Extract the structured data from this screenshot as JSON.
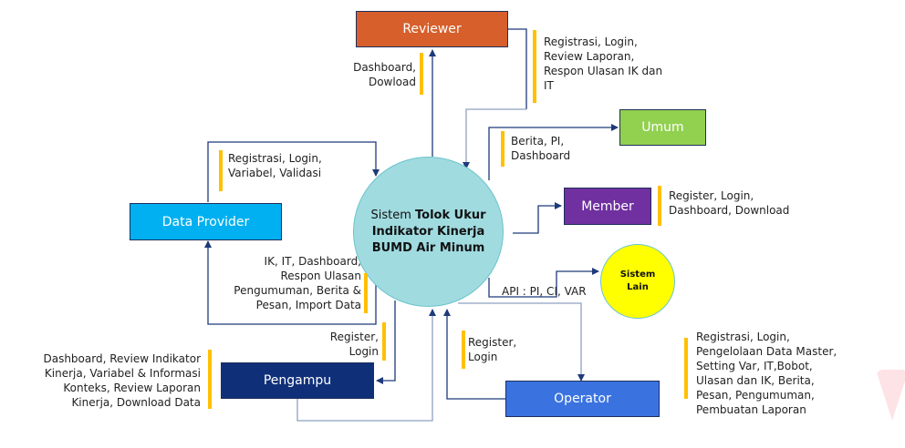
{
  "diagram": {
    "type": "context-diagram",
    "center": {
      "prefix": "Sistem",
      "bold_title": "Tolok Ukur Indikator Kinerja BUMD Air Minum",
      "color": "#a0dbe0"
    },
    "entities": {
      "reviewer": {
        "label": "Reviewer",
        "color": "#d65f2b"
      },
      "umum": {
        "label": "Umum",
        "color": "#92d050"
      },
      "member": {
        "label": "Member",
        "color": "#7030a0"
      },
      "data_provider": {
        "label": "Data Provider",
        "color": "#00b0f0"
      },
      "pengampu": {
        "label": "Pengampu",
        "color": "#0f3079"
      },
      "operator": {
        "label": "Operator",
        "color": "#3a73e0"
      },
      "sistem_lain": {
        "label_line1": "Sistem",
        "label_line2": "Lain",
        "color": "#ffff00"
      }
    },
    "flows": {
      "reviewer_out": "Dashboard,\nDowload",
      "reviewer_in": "Registrasi, Login,\nReview Laporan,\nRespon Ulasan IK dan\nIT",
      "umum_out": "Berita, PI,\nDashboard",
      "member_out": "Register, Login,\nDashboard, Download",
      "data_provider_in": "Registrasi, Login,\nVariabel, Validasi",
      "data_provider_out": "IK, IT, Dashboard,\nRespon Ulasan\nPengumuman, Berita &\nPesan, Import Data",
      "pengampu_in": "Register,\nLogin",
      "pengampu_out": "Dashboard, Review Indikator\nKinerja, Variabel & Informasi\nKonteks, Review Laporan\nKinerja, Download Data",
      "operator_in": "Register,\nLogin",
      "operator_out": "Registrasi, Login,\nPengelolaan Data Master,\nSetting Var, IT,Bobot,\nUlasan dan IK, Berita,\nPesan, Pengumuman,\nPembuatan Laporan",
      "sistem_lain_api": "API : PI, CI, VAR"
    },
    "colors": {
      "arrow": "#1f3a7a",
      "arrow_light": "#8ea0c0",
      "highlight_bar": "#ffc000"
    }
  }
}
